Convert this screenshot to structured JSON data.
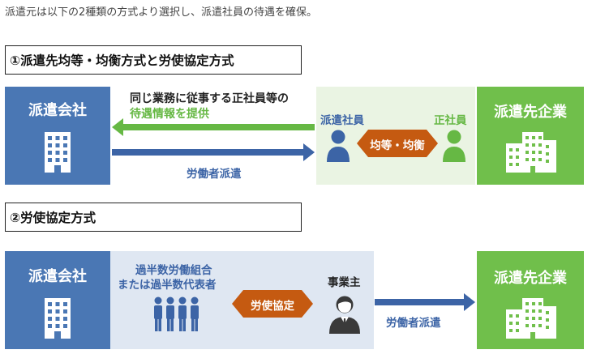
{
  "intro_text": "派遣元は以下の2種類の方式より選択し、派遣社員の待遇を確保。",
  "section1": {
    "title": "①派遣先均等・均衡方式と労使協定方式",
    "left_box": "派遣会社",
    "right_box": "派遣先企業",
    "info_line1": "同じ業務に従事する正社員等の",
    "info_line2": "待遇情報を提供",
    "dispatch_label": "労働者派遣",
    "left_person": "派遣社員",
    "right_person": "正社員",
    "hex_label": "均等・均衡"
  },
  "section2": {
    "title": "②労使協定方式",
    "left_box": "派遣会社",
    "right_box": "派遣先企業",
    "group_line1": "過半数労働組合",
    "group_line2": "または過半数代表者",
    "hex_label": "労使協定",
    "employer_label": "事業主",
    "dispatch_label": "労働者派遣"
  },
  "colors": {
    "company_blue": "#4a77b4",
    "client_green": "#70bf4b",
    "agreement_orange": "#c55a11",
    "arrow_blue": "#3c64a6",
    "arrow_green": "#66b844"
  }
}
